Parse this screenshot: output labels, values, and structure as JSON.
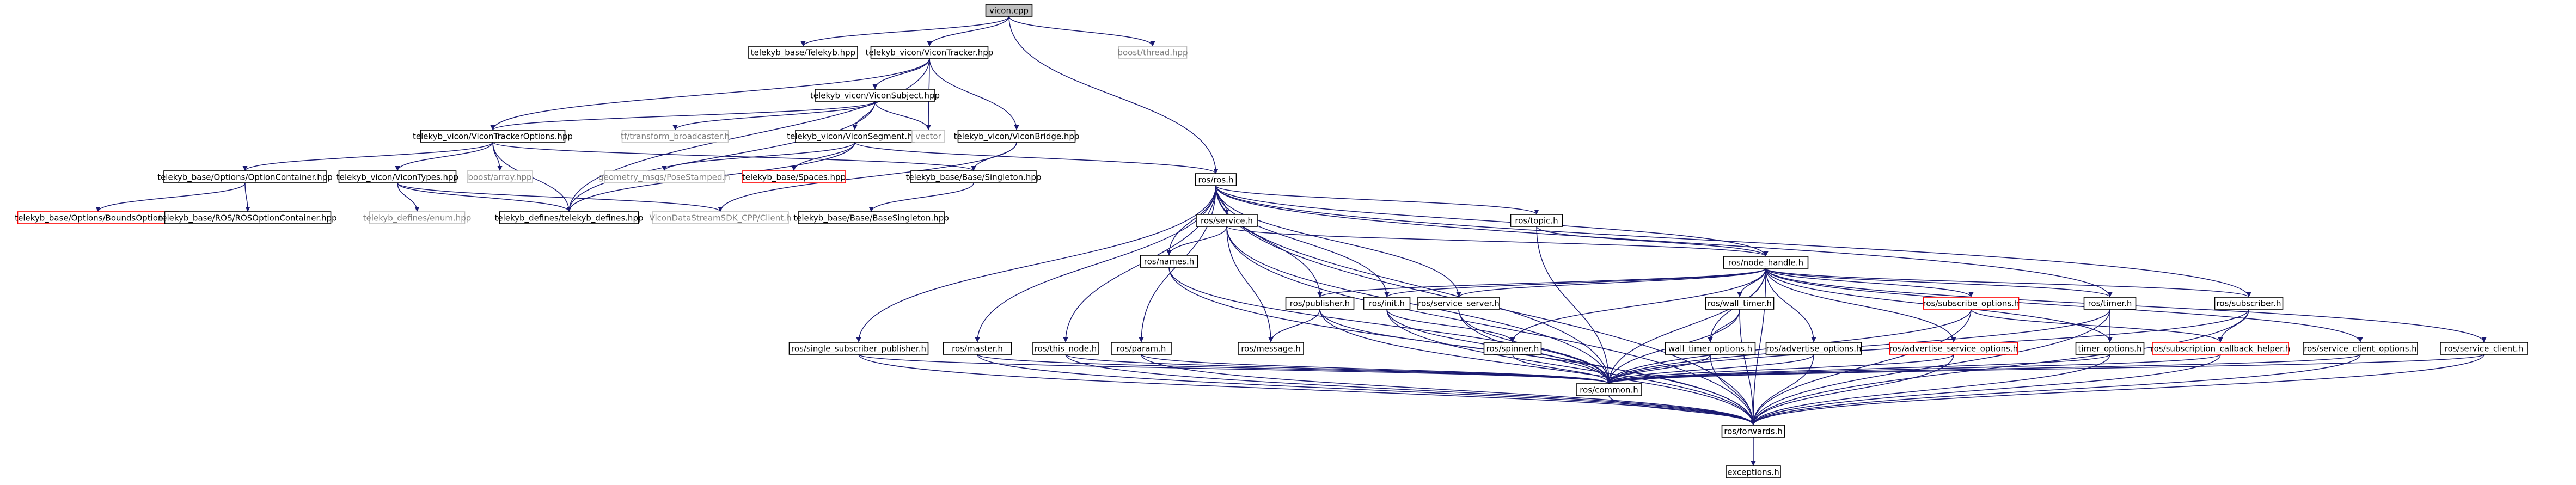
{
  "colors": {
    "root_fill": "#bfbfbf",
    "normal_stroke": "#000000",
    "incomplete_stroke": "#ff0000",
    "external_stroke": "#bfbfbf",
    "external_text": "#7f7f7f",
    "edge": "#191970"
  },
  "nodes": [
    {
      "id": "vicon",
      "label": "vicon.cpp",
      "kind": "root"
    },
    {
      "id": "telekyb",
      "label": "telekyb_base/Telekyb.hpp",
      "kind": "normal"
    },
    {
      "id": "tracker",
      "label": "telekyb_vicon/ViconTracker.hpp",
      "kind": "normal"
    },
    {
      "id": "bthread",
      "label": "boost/thread.hpp",
      "kind": "external"
    },
    {
      "id": "subject",
      "label": "telekyb_vicon/ViconSubject.hpp",
      "kind": "normal"
    },
    {
      "id": "trackeropt",
      "label": "telekyb_vicon/ViconTrackerOptions.hpp",
      "kind": "normal"
    },
    {
      "id": "tfbroad",
      "label": "tf/transform_broadcaster.h",
      "kind": "external"
    },
    {
      "id": "segment",
      "label": "telekyb_vicon/ViconSegment.hpp",
      "kind": "normal"
    },
    {
      "id": "vector",
      "label": "vector",
      "kind": "external"
    },
    {
      "id": "bridge",
      "label": "telekyb_vicon/ViconBridge.hpp",
      "kind": "normal"
    },
    {
      "id": "optcont",
      "label": "telekyb_base/Options/OptionContainer.hpp",
      "kind": "normal"
    },
    {
      "id": "vtypes",
      "label": "telekyb_vicon/ViconTypes.hpp",
      "kind": "normal"
    },
    {
      "id": "barray",
      "label": "boost/array.hpp",
      "kind": "external"
    },
    {
      "id": "geom",
      "label": "geometry_msgs/PoseStamped.h",
      "kind": "external"
    },
    {
      "id": "spaces",
      "label": "telekyb_base/Spaces.hpp",
      "kind": "incomplete"
    },
    {
      "id": "singleton",
      "label": "telekyb_base/Base/Singleton.hpp",
      "kind": "normal"
    },
    {
      "id": "ros",
      "label": "ros/ros.h",
      "kind": "normal"
    },
    {
      "id": "bounds",
      "label": "telekyb_base/Options/BoundsOption.hpp",
      "kind": "incomplete"
    },
    {
      "id": "rosopt",
      "label": "telekyb_base/ROS/ROSOptionContainer.hpp",
      "kind": "normal"
    },
    {
      "id": "enum",
      "label": "telekyb_defines/enum.hpp",
      "kind": "external"
    },
    {
      "id": "defines",
      "label": "telekyb_defines/telekyb_defines.hpp",
      "kind": "normal"
    },
    {
      "id": "vds",
      "label": "ViconDataStreamSDK_CPP/Client.h",
      "kind": "external"
    },
    {
      "id": "bsingleton",
      "label": "telekyb_base/Base/BaseSingleton.hpp",
      "kind": "normal"
    },
    {
      "id": "service",
      "label": "ros/service.h",
      "kind": "normal"
    },
    {
      "id": "topic",
      "label": "ros/topic.h",
      "kind": "normal"
    },
    {
      "id": "names",
      "label": "ros/names.h",
      "kind": "normal"
    },
    {
      "id": "nodehandle",
      "label": "ros/node_handle.h",
      "kind": "normal"
    },
    {
      "id": "publisher",
      "label": "ros/publisher.h",
      "kind": "normal"
    },
    {
      "id": "init",
      "label": "ros/init.h",
      "kind": "normal"
    },
    {
      "id": "servserver",
      "label": "ros/service_server.h",
      "kind": "normal"
    },
    {
      "id": "walltimer",
      "label": "ros/wall_timer.h",
      "kind": "normal"
    },
    {
      "id": "subopts",
      "label": "ros/subscribe_options.h",
      "kind": "incomplete"
    },
    {
      "id": "timer",
      "label": "ros/timer.h",
      "kind": "normal"
    },
    {
      "id": "subscriber",
      "label": "ros/subscriber.h",
      "kind": "normal"
    },
    {
      "id": "message",
      "label": "ros/message.h",
      "kind": "normal"
    },
    {
      "id": "spinner",
      "label": "ros/spinner.h",
      "kind": "normal"
    },
    {
      "id": "wtopts",
      "label": "wall_timer_options.h",
      "kind": "normal"
    },
    {
      "id": "advopts",
      "label": "ros/advertise_options.h",
      "kind": "normal"
    },
    {
      "id": "advsrvopts",
      "label": "ros/advertise_service_options.h",
      "kind": "incomplete"
    },
    {
      "id": "timeropts",
      "label": "timer_options.h",
      "kind": "normal"
    },
    {
      "id": "subcb",
      "label": "ros/subscription_callback_helper.h",
      "kind": "incomplete"
    },
    {
      "id": "srvcliopts",
      "label": "ros/service_client_options.h",
      "kind": "normal"
    },
    {
      "id": "srvcli",
      "label": "ros/service_client.h",
      "kind": "normal"
    },
    {
      "id": "single",
      "label": "ros/single_subscriber_publisher.h",
      "kind": "normal"
    },
    {
      "id": "master",
      "label": "ros/master.h",
      "kind": "normal"
    },
    {
      "id": "thisnode",
      "label": "ros/this_node.h",
      "kind": "normal"
    },
    {
      "id": "param",
      "label": "ros/param.h",
      "kind": "normal"
    },
    {
      "id": "common",
      "label": "ros/common.h",
      "kind": "normal"
    },
    {
      "id": "forwards",
      "label": "ros/forwards.h",
      "kind": "normal"
    },
    {
      "id": "exceptions",
      "label": "exceptions.h",
      "kind": "normal"
    }
  ],
  "edges": [
    [
      "vicon",
      "telekyb"
    ],
    [
      "vicon",
      "tracker"
    ],
    [
      "vicon",
      "bthread"
    ],
    [
      "vicon",
      "ros"
    ],
    [
      "tracker",
      "subject"
    ],
    [
      "tracker",
      "trackeropt"
    ],
    [
      "tracker",
      "vector"
    ],
    [
      "tracker",
      "bridge"
    ],
    [
      "tracker",
      "defines"
    ],
    [
      "subject",
      "trackeropt"
    ],
    [
      "subject",
      "tfbroad"
    ],
    [
      "subject",
      "segment"
    ],
    [
      "subject",
      "vector"
    ],
    [
      "subject",
      "defines"
    ],
    [
      "trackeropt",
      "optcont"
    ],
    [
      "trackeropt",
      "vtypes"
    ],
    [
      "trackeropt",
      "barray"
    ],
    [
      "trackeropt",
      "singleton"
    ],
    [
      "trackeropt",
      "defines"
    ],
    [
      "segment",
      "geom"
    ],
    [
      "segment",
      "spaces"
    ],
    [
      "segment",
      "ros"
    ],
    [
      "segment",
      "defines"
    ],
    [
      "bridge",
      "singleton"
    ],
    [
      "bridge",
      "vds"
    ],
    [
      "optcont",
      "bounds"
    ],
    [
      "optcont",
      "rosopt"
    ],
    [
      "vtypes",
      "enum"
    ],
    [
      "vtypes",
      "defines"
    ],
    [
      "vtypes",
      "vds"
    ],
    [
      "singleton",
      "bsingleton"
    ],
    [
      "ros",
      "service"
    ],
    [
      "ros",
      "topic"
    ],
    [
      "ros",
      "names"
    ],
    [
      "ros",
      "nodehandle"
    ],
    [
      "ros",
      "publisher"
    ],
    [
      "ros",
      "init"
    ],
    [
      "ros",
      "servserver"
    ],
    [
      "ros",
      "subscriber"
    ],
    [
      "ros",
      "single"
    ],
    [
      "ros",
      "master"
    ],
    [
      "ros",
      "thisnode"
    ],
    [
      "ros",
      "param"
    ],
    [
      "ros",
      "common"
    ],
    [
      "ros",
      "forwards"
    ],
    [
      "ros",
      "timer"
    ],
    [
      "service",
      "names"
    ],
    [
      "service",
      "nodehandle"
    ],
    [
      "service",
      "message"
    ],
    [
      "service",
      "common"
    ],
    [
      "service",
      "forwards"
    ],
    [
      "topic",
      "nodehandle"
    ],
    [
      "topic",
      "common"
    ],
    [
      "names",
      "common"
    ],
    [
      "names",
      "forwards"
    ],
    [
      "nodehandle",
      "publisher"
    ],
    [
      "nodehandle",
      "init"
    ],
    [
      "nodehandle",
      "servserver"
    ],
    [
      "nodehandle",
      "walltimer"
    ],
    [
      "nodehandle",
      "subopts"
    ],
    [
      "nodehandle",
      "timer"
    ],
    [
      "nodehandle",
      "subscriber"
    ],
    [
      "nodehandle",
      "spinner"
    ],
    [
      "nodehandle",
      "wtopts"
    ],
    [
      "nodehandle",
      "advopts"
    ],
    [
      "nodehandle",
      "advsrvopts"
    ],
    [
      "nodehandle",
      "timeropts"
    ],
    [
      "nodehandle",
      "srvcliopts"
    ],
    [
      "nodehandle",
      "srvcli"
    ],
    [
      "nodehandle",
      "common"
    ],
    [
      "nodehandle",
      "forwards"
    ],
    [
      "publisher",
      "message"
    ],
    [
      "publisher",
      "common"
    ],
    [
      "publisher",
      "forwards"
    ],
    [
      "init",
      "spinner"
    ],
    [
      "init",
      "common"
    ],
    [
      "init",
      "forwards"
    ],
    [
      "servserver",
      "common"
    ],
    [
      "servserver",
      "forwards"
    ],
    [
      "walltimer",
      "wtopts"
    ],
    [
      "walltimer",
      "common"
    ],
    [
      "walltimer",
      "forwards"
    ],
    [
      "subopts",
      "subcb"
    ],
    [
      "subopts",
      "common"
    ],
    [
      "subopts",
      "forwards"
    ],
    [
      "timer",
      "timeropts"
    ],
    [
      "timer",
      "common"
    ],
    [
      "timer",
      "forwards"
    ],
    [
      "subscriber",
      "subcb"
    ],
    [
      "subscriber",
      "common"
    ],
    [
      "subscriber",
      "forwards"
    ],
    [
      "spinner",
      "common"
    ],
    [
      "wtopts",
      "common"
    ],
    [
      "wtopts",
      "forwards"
    ],
    [
      "advopts",
      "common"
    ],
    [
      "advopts",
      "forwards"
    ],
    [
      "advsrvopts",
      "common"
    ],
    [
      "advsrvopts",
      "forwards"
    ],
    [
      "timeropts",
      "common"
    ],
    [
      "timeropts",
      "forwards"
    ],
    [
      "subcb",
      "common"
    ],
    [
      "subcb",
      "forwards"
    ],
    [
      "srvcliopts",
      "common"
    ],
    [
      "srvcliopts",
      "forwards"
    ],
    [
      "srvcli",
      "common"
    ],
    [
      "srvcli",
      "forwards"
    ],
    [
      "single",
      "common"
    ],
    [
      "single",
      "forwards"
    ],
    [
      "master",
      "common"
    ],
    [
      "master",
      "forwards"
    ],
    [
      "thisnode",
      "common"
    ],
    [
      "thisnode",
      "forwards"
    ],
    [
      "param",
      "common"
    ],
    [
      "param",
      "forwards"
    ],
    [
      "common",
      "forwards"
    ],
    [
      "forwards",
      "exceptions"
    ]
  ]
}
